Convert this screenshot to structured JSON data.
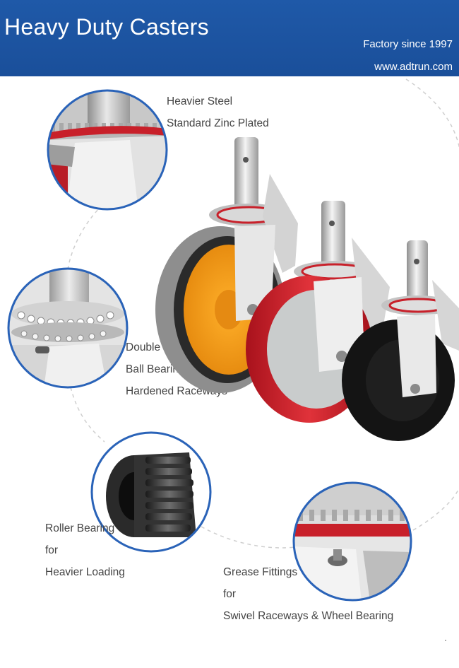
{
  "header": {
    "title": "Heavy Duty Casters",
    "tagline": "Factory since 1997",
    "website": "www.adtrun.com"
  },
  "features": [
    {
      "lines": [
        "Heavier Steel",
        "Standard Zinc Plated"
      ]
    },
    {
      "lines": [
        "Double",
        "Ball Bearing",
        "Hardened Raceways"
      ]
    },
    {
      "lines": [
        "Roller Bearing",
        "for",
        "Heavier Loading"
      ]
    },
    {
      "lines": [
        "Grease Fittings",
        "for",
        "Swivel Raceways & Wheel Bearing"
      ]
    }
  ],
  "colors": {
    "header_blue": "#1d55a3",
    "circle_border": "#2a63b8",
    "red_wheel": "#c8202a",
    "orange_hub": "#f29a1a"
  },
  "icons": [
    "zinc-plated-closeup-image",
    "ball-bearing-closeup-image",
    "roller-bearing-closeup-image",
    "grease-fitting-closeup-image",
    "casters-product-image"
  ]
}
